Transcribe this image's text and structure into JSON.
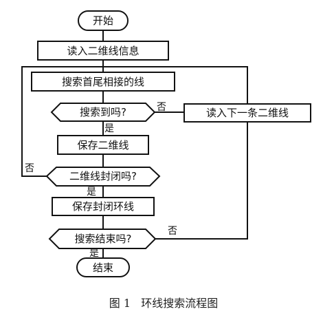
{
  "nodes": {
    "start": "开始",
    "read_info": "读入二维线信息",
    "search_lines": "搜索首尾相接的线",
    "found_question": "搜索到吗?",
    "read_next": "读入下一条二维线",
    "save_line": "保存二维线",
    "closed_question": "二维线封闭吗?",
    "save_closed": "保存封闭环线",
    "end_question": "搜索结束吗?",
    "end": "结束"
  },
  "edges": {
    "yes": "是",
    "no": "否"
  },
  "caption": "图 1   环线搜索流程图"
}
